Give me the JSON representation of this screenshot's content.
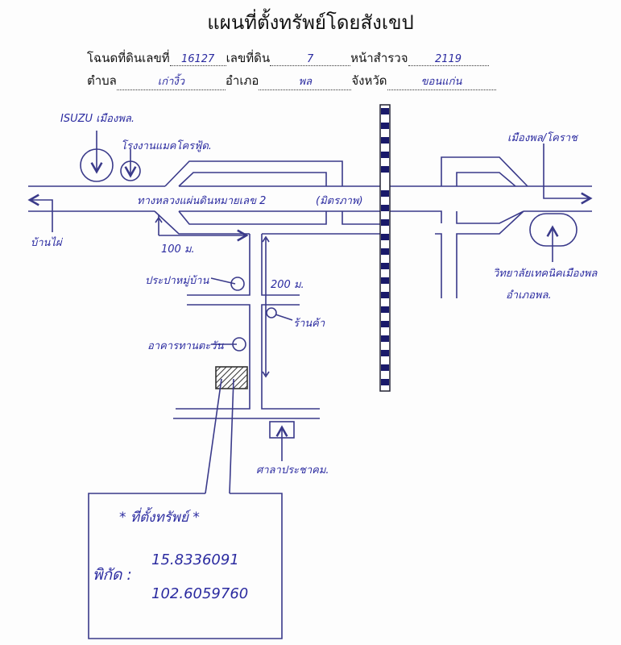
{
  "title": "แผนที่ตั้งทรัพย์โดยสังเขป",
  "form": {
    "deed_label": "โฉนดที่ดินเลขที่",
    "deed_value": "16127",
    "land_no_label": "เลขที่ดิน",
    "land_no_value": "7",
    "survey_label": "หน้าสำรวจ",
    "survey_value": "2119",
    "subdistrict_label": "ตำบล",
    "subdistrict_value": "เก่างิ้ว",
    "district_label": "อำเภอ",
    "district_value": "พล",
    "province_label": "จังหวัด",
    "province_value": "ขอนแก่น"
  },
  "map": {
    "isuzu": "ISUZU เมืองพล.",
    "factory": "โรงงานแมคโครฟู้ด.",
    "highway": "ทางหลวงแผ่นดินหมายเลข 2",
    "highway_name": "(มิตรภาพ)",
    "to_banphai": "บ้านไผ่",
    "to_korat": "เมืองพล/โคราช",
    "college_1": "วิทยาลัยเทคนิคเมืองพล",
    "college_2": "อำเภอพล.",
    "dist_100": "100 ม.",
    "dist_200": "200 ม.",
    "water_supply": "ประปาหมู่บ้าน",
    "shop": "ร้านค้า",
    "building": "อาคารทานตะวัน",
    "hall": "ศาลาประชาคม."
  },
  "property_box": {
    "heading": "* ที่ตั้งทรัพย์ *",
    "coord_label": "พิกัด :",
    "lat": "15.8336091",
    "lon": "102.6059760"
  },
  "colors": {
    "ink": "#2b2ba0",
    "lines": "#3a3a8a"
  }
}
